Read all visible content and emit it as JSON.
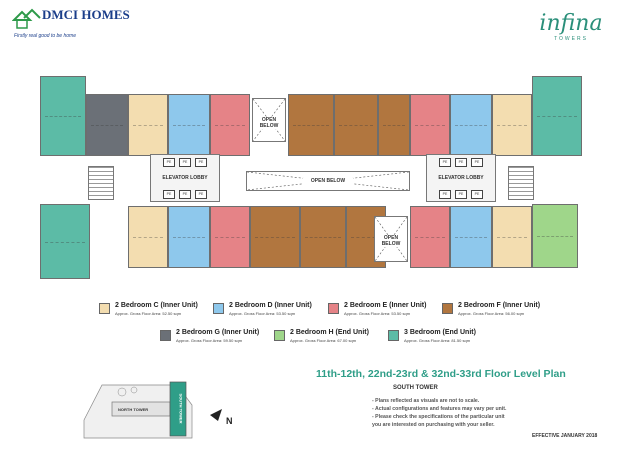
{
  "header": {
    "developer": "DMCI HOMES",
    "developer_tagline": "Firstly real good to be home",
    "brand": "infina",
    "brand_sub": "TOWERS"
  },
  "plan": {
    "elevator_lobby_label": "ELEVATOR LOBBY",
    "open_below_label": "OPEN BELOW",
    "elevator_tag": "PE"
  },
  "legend": [
    {
      "label": "2 Bedroom C (Inner Unit)",
      "area": "Approx. Gross Floor Area: 52.50 sqm",
      "color": "#f3ddb0"
    },
    {
      "label": "2 Bedroom D (Inner Unit)",
      "area": "Approx. Gross Floor Area: 53.50 sqm",
      "color": "#8ec8ec"
    },
    {
      "label": "2 Bedroom E (Inner Unit)",
      "area": "Approx. Gross Floor Area: 53.50 sqm",
      "color": "#e58387"
    },
    {
      "label": "2 Bedroom F (Inner Unit)",
      "area": "Approx. Gross Floor Area: 56.00 sqm",
      "color": "#b1763f"
    },
    {
      "label": "2 Bedroom G (Inner Unit)",
      "area": "Approx. Gross Floor Area: 59.50 sqm",
      "color": "#6b7077"
    },
    {
      "label": "2 Bedroom H (End Unit)",
      "area": "Approx. Gross Floor Area: 67.00 sqm",
      "color": "#9fd68a"
    },
    {
      "label": "3 Bedroom (End Unit)",
      "area": "Approx. Gross Floor Area: 81.50 sqm",
      "color": "#5cbba6"
    }
  ],
  "title": "11th-12th, 22nd-23rd & 32nd-33rd Floor Level Plan",
  "tower": "SOUTH TOWER",
  "notes": [
    "- Plans reflected as visuals are not to scale.",
    "- Actual configurations and features may vary per unit.",
    "- Please check the specifications of the particular unit",
    "  you are interested on purchasing with your seller."
  ],
  "effective": "EFFECTIVE JANUARY 2018",
  "keyplan": {
    "north_tower": "NORTH TOWER",
    "south_tower": "SOUTH TOWER",
    "north_mark": "N"
  }
}
